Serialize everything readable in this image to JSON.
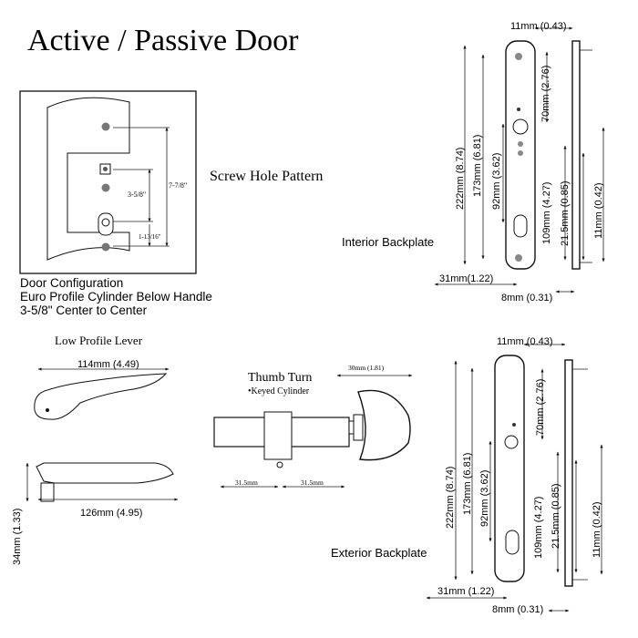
{
  "title": "Active / Passive Door",
  "screw_pattern": {
    "title": "Screw Hole Pattern",
    "dim_a": "7-7/8\"",
    "dim_b": "3-5/8\"",
    "dim_c": "1-13/16\""
  },
  "door_config": {
    "line1": "Door Configuration",
    "line2": "Euro Profile Cylinder Below Handle",
    "line3": "3-5/8\" Center to Center"
  },
  "interior": {
    "label": "Interior Backplate",
    "d_11_top": "11mm (0.43)",
    "d_70": "70mm (2.76)",
    "d_222": "222mm (8.74)",
    "d_173": "173mm (6.81)",
    "d_92": "92mm (3.62)",
    "d_109": "109mm (4.27)",
    "d_21": "21.5mm (0.85)",
    "d_11_side": "11mm (0.42)",
    "d_31": "31mm(1.22)",
    "d_8": "8mm (0.31)"
  },
  "exterior": {
    "label": "Exterior Backplate",
    "d_11_top": "11mm (0.43)",
    "d_70": "70mm (2.76)",
    "d_222": "222mm (8.74)",
    "d_173": "173mm (6.81)",
    "d_92": "92mm (3.62)",
    "d_109": "109mm (4.27)",
    "d_21": "21.5mm (0.85)",
    "d_11_side": "11mm (0.42)",
    "d_31": "31mm (1.22)",
    "d_8": "8mm (0.31)"
  },
  "lever": {
    "label": "Low Profile Lever",
    "d_114": "114mm (4.49)",
    "d_126": "126mm (4.95)",
    "d_34": "34mm (1.33)"
  },
  "thumb": {
    "title": "Thumb Turn",
    "subtitle": "•Keyed Cylinder",
    "d_30": "30mm (1.81)",
    "d_31a": "31.5mm",
    "d_31b": "31.5mm"
  }
}
